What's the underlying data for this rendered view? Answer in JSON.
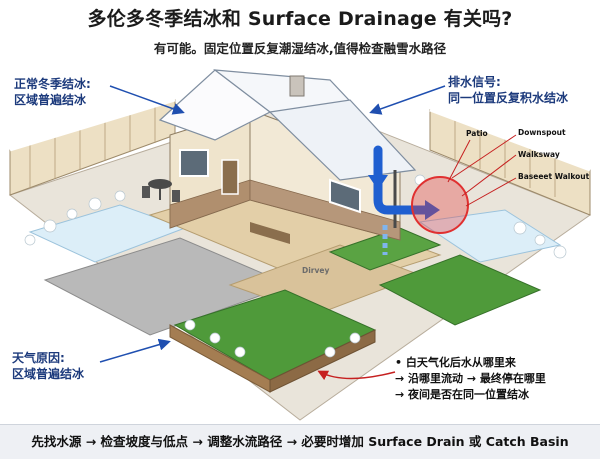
{
  "title": "多伦多冬季结冰和 Surface Drainage 有关吗?",
  "subtitle": "有可能。固定位置反复潮湿结冰,值得检查融雪水路径",
  "callouts": {
    "top_left": [
      "正常冬季结冰:",
      "区域普遍结冰"
    ],
    "top_right": [
      "排水信号:",
      "同一位置反复积水结冰"
    ],
    "bottom_left": [
      "天气原因:",
      "区域普遍结冰"
    ]
  },
  "labels": {
    "patio": "Patio",
    "downspout": "Downspout",
    "walksway": "Walksway",
    "basement": "Baseeet Walkout",
    "driveway": "Dirvey"
  },
  "notes": {
    "line1": "• 白天气化后水从哪里来",
    "line2": "→ 沿哪里流动 → 最终停在哪里",
    "line3": "→ 夜间是否在同一位置结冰"
  },
  "footer": "先找水源 → 检查坡度与低点 → 调整水流路径 → 必要时增加 Surface Drain 或 Catch Basin",
  "colors": {
    "callout_text": "#1c3a7c",
    "arrow_blue": "#1f4fb0",
    "highlight_red": "#e03030",
    "lawn": "#4f9a3a",
    "ice": "#dceef8"
  }
}
